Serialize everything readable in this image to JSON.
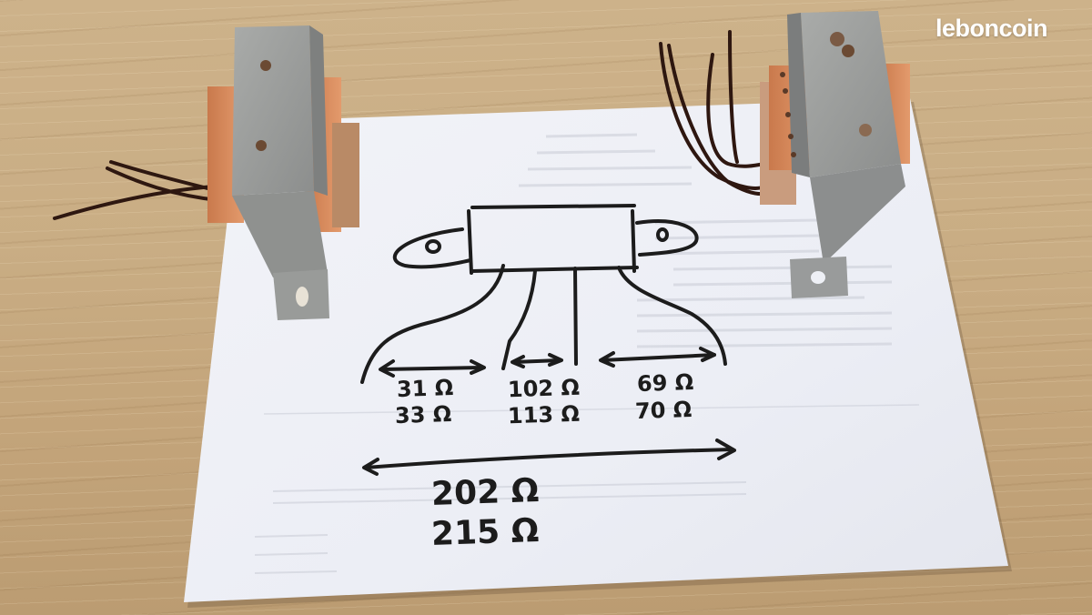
{
  "watermark": "leboncoin",
  "scene": {
    "description": "Two small transformers on a wooden table beside a sheet of paper with a hand-drawn wiring/resistance diagram",
    "colors": {
      "wood": "#c9ad84",
      "paper": "#eef0f6",
      "ink": "#1c1c1c",
      "steel": "#9a9c9c",
      "coil_paper": "#d98a5a",
      "wire": "#3a1e16"
    }
  },
  "diagram": {
    "segments": [
      {
        "id": "left",
        "values": [
          "31 Ω",
          "33 Ω"
        ]
      },
      {
        "id": "middle",
        "values": [
          "102 Ω",
          "113 Ω"
        ]
      },
      {
        "id": "right",
        "values": [
          "69 Ω",
          "70 Ω"
        ]
      }
    ],
    "total": {
      "values": [
        "202 Ω",
        "215 Ω"
      ]
    }
  }
}
